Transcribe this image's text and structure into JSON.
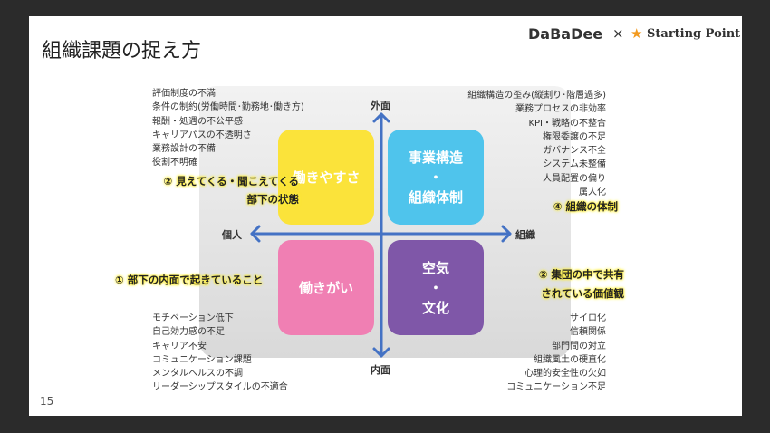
{
  "slide": {
    "title": "組織課題の捉え方",
    "page_number": "15",
    "logo": {
      "left": "DaBaDee",
      "times": "×",
      "star": "★",
      "right": "Starting Point"
    }
  },
  "axes": {
    "top": "外面",
    "bottom": "内面",
    "left": "個人",
    "right": "組織"
  },
  "quadrants": {
    "top_left": {
      "lines": [
        "働きやすさ"
      ],
      "color": "#fbe33a"
    },
    "top_right": {
      "lines": [
        "事業構造",
        "・",
        "組織体制"
      ],
      "color": "#4fc4ec"
    },
    "bottom_left": {
      "lines": [
        "働きがい"
      ],
      "color": "#f07fb3"
    },
    "bottom_right": {
      "lines": [
        "空気",
        "・",
        "文化"
      ],
      "color": "#7f57a8"
    }
  },
  "labels": {
    "top_left": [
      "② 見えてくる・聞こえてくる",
      "部下の状態"
    ],
    "bottom_left": [
      "① 部下の内面で起きていること"
    ],
    "top_right": [
      "④ 組織の体制"
    ],
    "bottom_right": [
      "② 集団の中で共有",
      "されている価値観"
    ]
  },
  "lists": {
    "top_left": [
      "評価制度の不満",
      "条件の制約(労働時間･勤務地･働き方)",
      "報酬・処遇の不公平感",
      "キャリアパスの不透明さ",
      "業務設計の不備",
      "役割不明確"
    ],
    "top_right": [
      "組織構造の歪み(縦割り･階層過多)",
      "業務プロセスの非効率",
      "KPI・戦略の不整合",
      "権限委譲の不足",
      "ガバナンス不全",
      "システム未整備",
      "人員配置の偏り",
      "属人化"
    ],
    "bottom_left": [
      "モチベーション低下",
      "自己効力感の不足",
      "キャリア不安",
      "コミュニケーション課題",
      "メンタルヘルスの不調",
      "リーダーシップスタイルの不適合"
    ],
    "bottom_right": [
      "サイロ化",
      "信頼関係",
      "部門間の対立",
      "組織風土の硬直化",
      "心理的安全性の欠如",
      "コミュニケーション不足"
    ]
  },
  "colors": {
    "axis": "#4472c4",
    "highlight": "#ffef3a"
  }
}
